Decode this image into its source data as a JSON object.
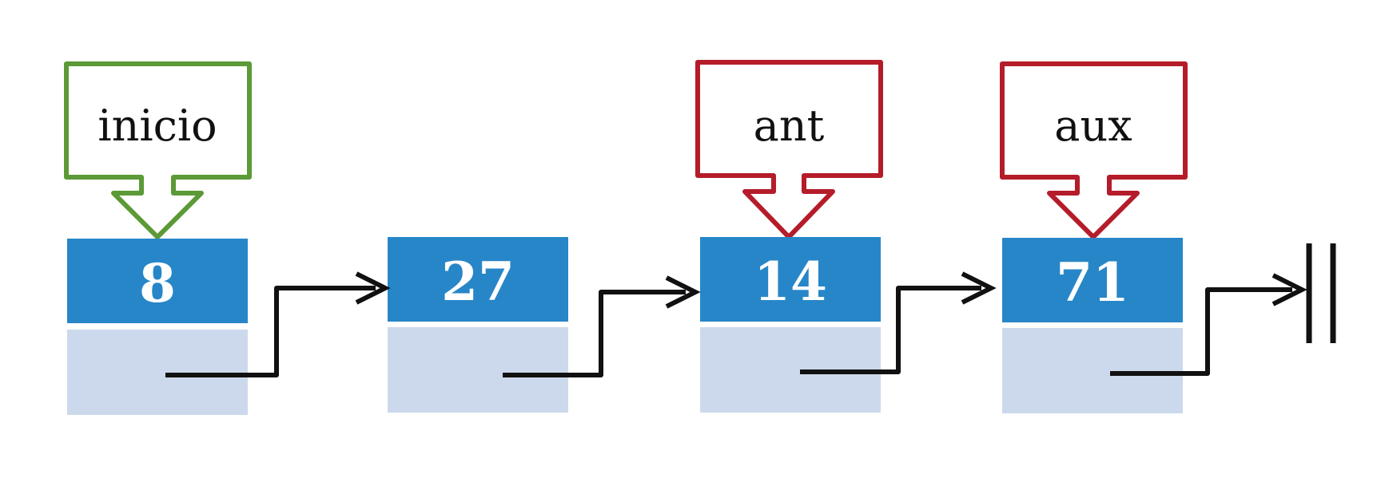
{
  "colors": {
    "node_top": "#2786C8",
    "node_bottom": "#CCD9EC",
    "pointer_head": "#5B9A36",
    "pointer_cursor": "#B51C2A",
    "link": "#111111",
    "text": "#111111",
    "value_text": "#FFFFFF"
  },
  "pointers": [
    {
      "label": "inicio",
      "kind": "head",
      "target_node": 0
    },
    {
      "label": "ant",
      "kind": "cursor",
      "target_node": 2
    },
    {
      "label": "aux",
      "kind": "cursor",
      "target_node": 3
    }
  ],
  "nodes": [
    {
      "value": "8"
    },
    {
      "value": "27"
    },
    {
      "value": "14"
    },
    {
      "value": "71"
    }
  ],
  "terminator": "null-symbol"
}
